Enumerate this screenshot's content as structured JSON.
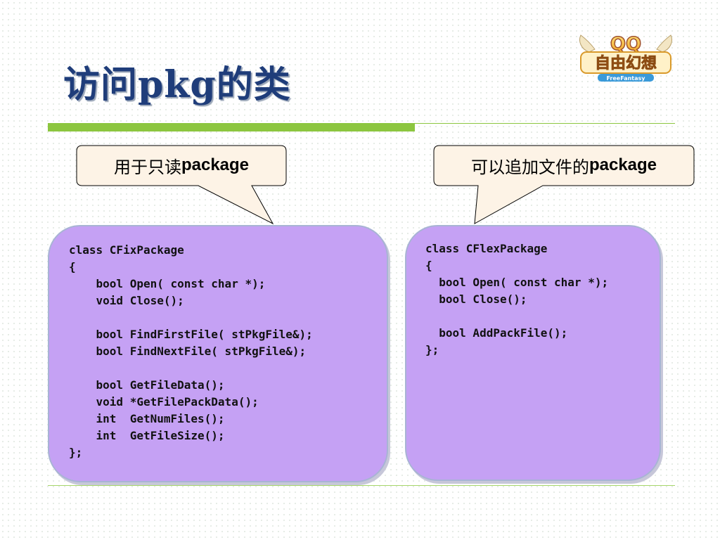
{
  "slide": {
    "title": "访问pkg的类"
  },
  "callouts": {
    "left": {
      "text_cn": "用于只读",
      "text_en": "package"
    },
    "right": {
      "text_cn": "可以追加文件的",
      "text_en": "package"
    }
  },
  "code": {
    "left": [
      "class CFixPackage",
      "{",
      "    bool Open( const char *);",
      "    void Close();",
      "",
      "    bool FindFirstFile( stPkgFile&);",
      "    bool FindNextFile( stPkgFile&);",
      "",
      "    bool GetFileData();",
      "    void *GetFilePackData();",
      "    int  GetNumFiles();",
      "    int  GetFileSize();",
      "};"
    ],
    "right": [
      "class CFlexPackage",
      "{",
      "  bool Open( const char *);",
      "  bool Close();",
      "",
      "  bool AddPackFile();",
      "};"
    ]
  },
  "logo": {
    "text_main": "QQ",
    "text_sub": "自由幻想",
    "text_small": "FreeFantasy"
  },
  "colors": {
    "title": "#1f3d7a",
    "accent_green": "#8cc63f",
    "code_box_fill": "#c5a1f4",
    "callout_fill": "#fdf3e6"
  }
}
